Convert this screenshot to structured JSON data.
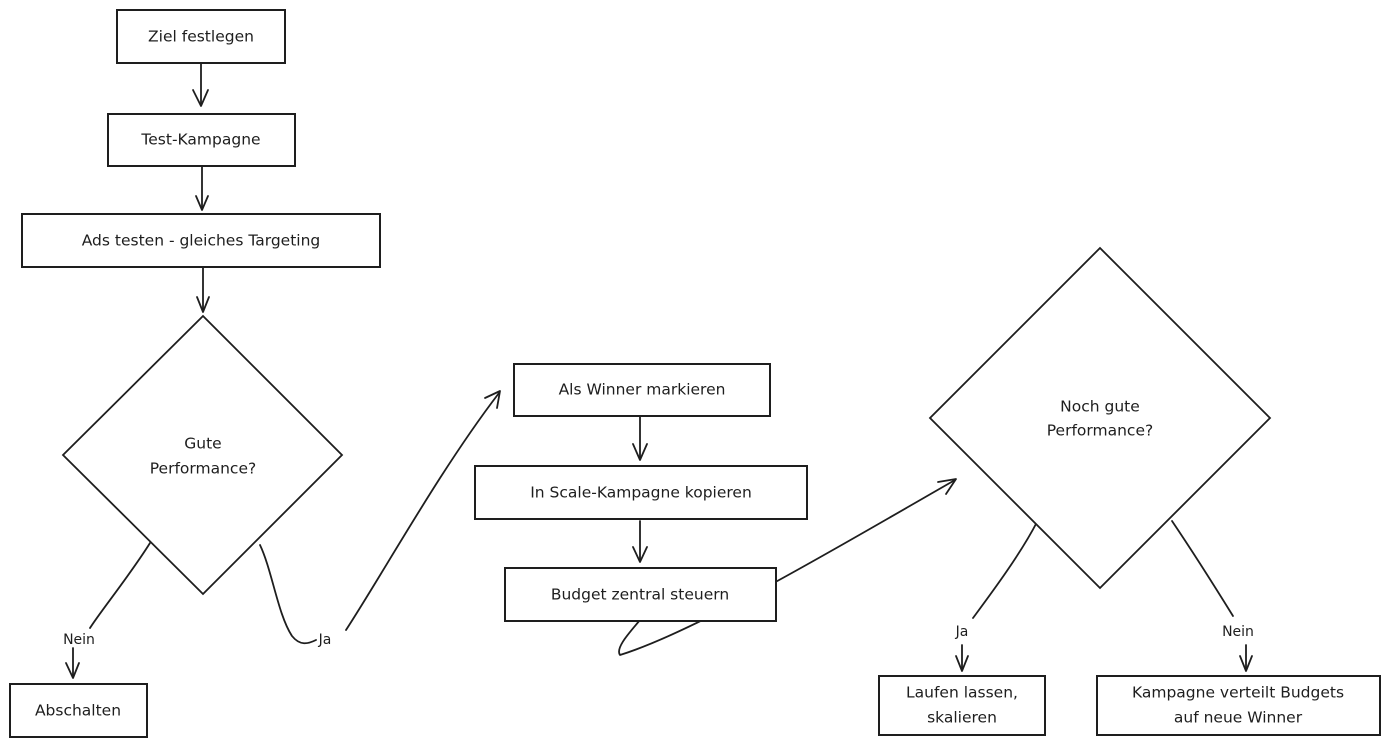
{
  "nodes": {
    "ziel": "Ziel festlegen",
    "test_kampagne": "Test-Kampagne",
    "ads_testen": "Ads testen - gleiches Targeting",
    "gute_performance": [
      "Gute",
      "Performance?"
    ],
    "abschalten": "Abschalten",
    "winner": "Als Winner markieren",
    "scale": "In Scale-Kampagne kopieren",
    "budget": "Budget zentral steuern",
    "noch_gute": [
      "Noch gute",
      "Performance?"
    ],
    "laufen": [
      "Laufen lassen,",
      "skalieren"
    ],
    "verteilt": [
      "Kampagne verteilt Budgets",
      "auf neue Winner"
    ]
  },
  "edges": {
    "nein_1": "Nein",
    "ja_1": "Ja",
    "ja_2": "Ja",
    "nein_2": "Nein"
  },
  "colors": {
    "stroke": "#1e1e1e",
    "background": "#ffffff"
  }
}
